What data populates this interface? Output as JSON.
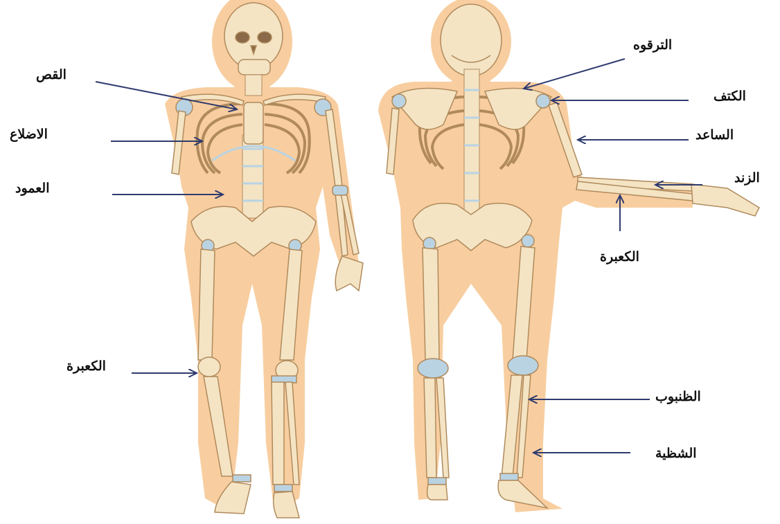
{
  "colors": {
    "skin": "#f8ceA0",
    "bone": "#f4e4c4",
    "bone_stroke": "#b08a5c",
    "cartilage": "#b9d3e3",
    "arrow": "#2e3a6e",
    "text": "#111111"
  },
  "figures": [
    {
      "name": "front-view-skeleton"
    },
    {
      "name": "back-view-skeleton"
    }
  ],
  "labels": {
    "sternum": "القص",
    "ribs": "الاضلاع",
    "spine": "العمود",
    "left_kneecap": "الكعبرة",
    "clavicle": "الترقوه",
    "shoulder": "الكتف",
    "humerus": "الساعد",
    "ulna": "الزند",
    "radius": "الكعبرة",
    "tibia": "الظنبوب",
    "fibula": "الشظية"
  }
}
